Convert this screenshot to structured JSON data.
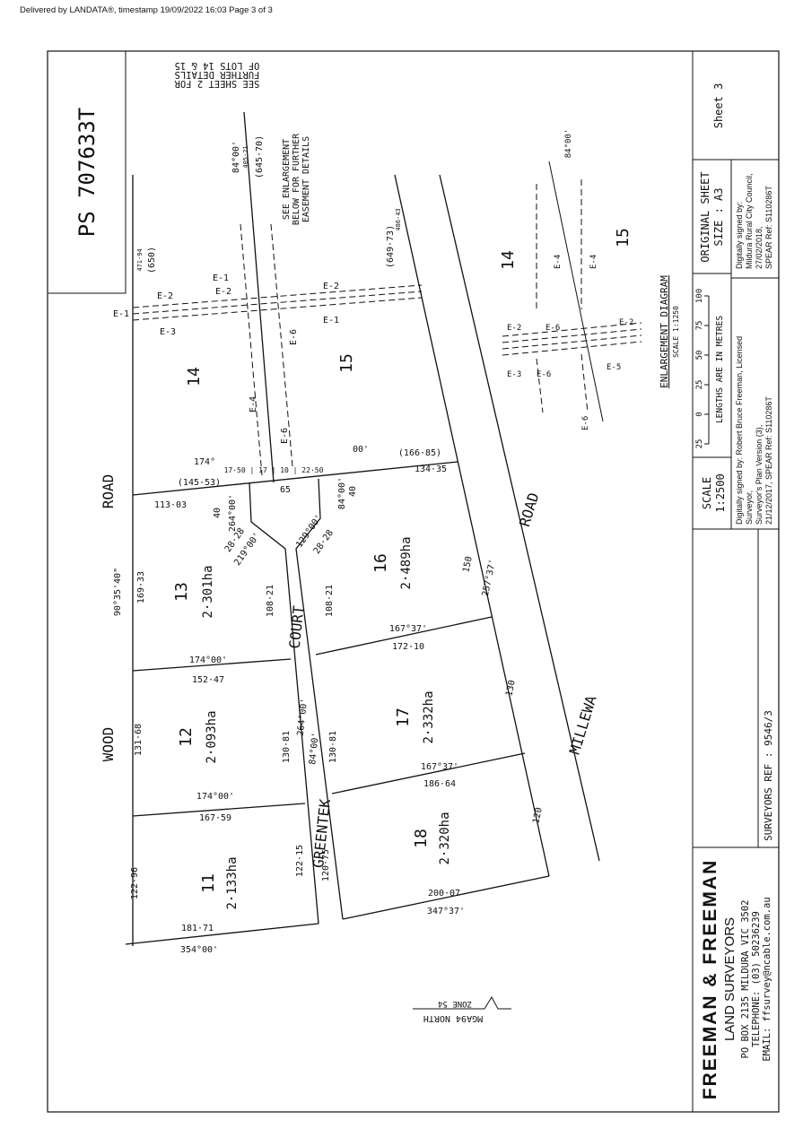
{
  "header": "Delivered by LANDATA®, timestamp 19/09/2022 16:03   Page 3 of 3",
  "plan_number": "PS 707633T",
  "title_block": {
    "sheet": "Sheet 3",
    "original_sheet": "ORIGINAL SHEET",
    "size": "SIZE : A3",
    "council_sign": [
      "Digitally signed by:",
      "Mildura Rural City Council,",
      "27/02/2018,",
      "SPEAR Ref: S110286T"
    ],
    "scale_label": "SCALE",
    "scale_value": "1:2500",
    "scale_ticks": [
      "25",
      "0",
      "25",
      "50",
      "75",
      "100"
    ],
    "scale_units": "LENGTHS ARE IN METRES",
    "surveyor_sign": [
      "Digitally signed by: Robert Bruce Freeman, Licensed",
      "Surveyor,",
      "Surveyor's Plan Version (3),",
      "21/12/2017, SPEAR Ref: S110286T"
    ],
    "surveyors_ref": "SURVEYORS REF : 9546/3",
    "firm": "FREEMAN & FREEMAN",
    "firm_sub": "LAND SURVEYORS",
    "address": "PO BOX 2135  MILDURA  VIC  3502",
    "telephone": "TELEPHONE: (03) 50236239",
    "email": "EMAIL: ffsurvey@ncable.com.au"
  },
  "notes": {
    "sheet2": [
      "SEE SHEET 2 FOR",
      "FURTHER DETAILS",
      "OF LOTS 14 & 15"
    ],
    "enlargement_note": [
      "SEE ENLARGEMENT",
      "BELOW FOR FURTHER",
      "EASEMENT DETAILS"
    ],
    "enlargement_title": "ENLARGEMENT DIAGRAM",
    "enlargement_scale": "SCALE 1:1250",
    "north": "MGA94 NORTH",
    "zone": "ZONE 54"
  },
  "roads": {
    "wood": "WOOD",
    "road1": "ROAD",
    "road2": "ROAD",
    "millewa": "MILLEWA",
    "greentek": "GREENTEK",
    "court": "COURT"
  },
  "lots": [
    {
      "num": "13",
      "area": "2·301ha"
    },
    {
      "num": "12",
      "area": "2·093ha"
    },
    {
      "num": "11",
      "area": "2·133ha"
    },
    {
      "num": "16",
      "area": "2·489ha"
    },
    {
      "num": "17",
      "area": "2·332ha"
    },
    {
      "num": "18",
      "area": "2·320ha"
    },
    {
      "num": "14"
    },
    {
      "num": "15"
    }
  ],
  "dims": {
    "wood_bearing": "90°35'40\"",
    "d169": "169·33",
    "d113": "113·03",
    "d14553": "(145·53)",
    "b174": "174°",
    "b174a": "174°00'",
    "d152": "152·47",
    "d131": "131·68",
    "b174b": "174°00'",
    "d167": "167·59",
    "d122": "122·96",
    "d181": "181·71",
    "b354": "354°00'",
    "d108a": "108·21",
    "d108b": "108·21",
    "d130a": "130·81",
    "b264": "264°00'",
    "b84": "84°00'",
    "d130b": "130·81",
    "d122b": "122·15",
    "d120": "120·75",
    "d40a": "40",
    "b264b": "264°00'",
    "b219": "219°00'",
    "d28a": "28·28",
    "d65": "65",
    "d40b": "40",
    "b84b": "84°00'",
    "b129": "129°00'",
    "d28b": "28·28",
    "d134": "134·35",
    "d16685": "(166·85)",
    "m00": "00'",
    "d150": "150",
    "b257": "257°37'",
    "b167a": "167°37'",
    "d172": "172·10",
    "d130c": "130",
    "b167b": "167°37'",
    "d186": "186·64",
    "d120b": "120",
    "d200": "200·07",
    "b347": "347°37'",
    "b84top": "84°00'",
    "d405": "405·21",
    "d645": "(645·70)",
    "d650": "(650)",
    "d471": "471·94",
    "d649": "(649·73)",
    "d486": "486·43",
    "segs": "17·50 | 17 | 10 | 22·50",
    "b84e": "84°00'"
  },
  "easements": [
    "E-1",
    "E-2",
    "E-3",
    "E-4",
    "E-5",
    "E-6"
  ]
}
